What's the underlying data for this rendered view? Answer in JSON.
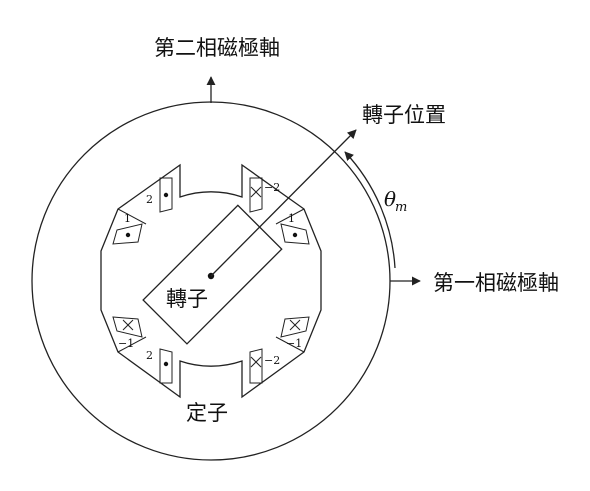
{
  "labels": {
    "axis2": "第二相磁極軸",
    "axis1": "第一相磁極軸",
    "rotor_position": "轉子位置",
    "rotor": "轉子",
    "stator": "定子",
    "theta": "θ",
    "theta_sub": "m"
  },
  "coils": {
    "top_left_upper": "2",
    "top_left_lower": "1",
    "top_right_upper": "−2",
    "top_right_lower": "1",
    "bottom_left_upper": "−1",
    "bottom_left_lower": "2",
    "bottom_right_upper": "−1",
    "bottom_right_lower": "−2"
  }
}
